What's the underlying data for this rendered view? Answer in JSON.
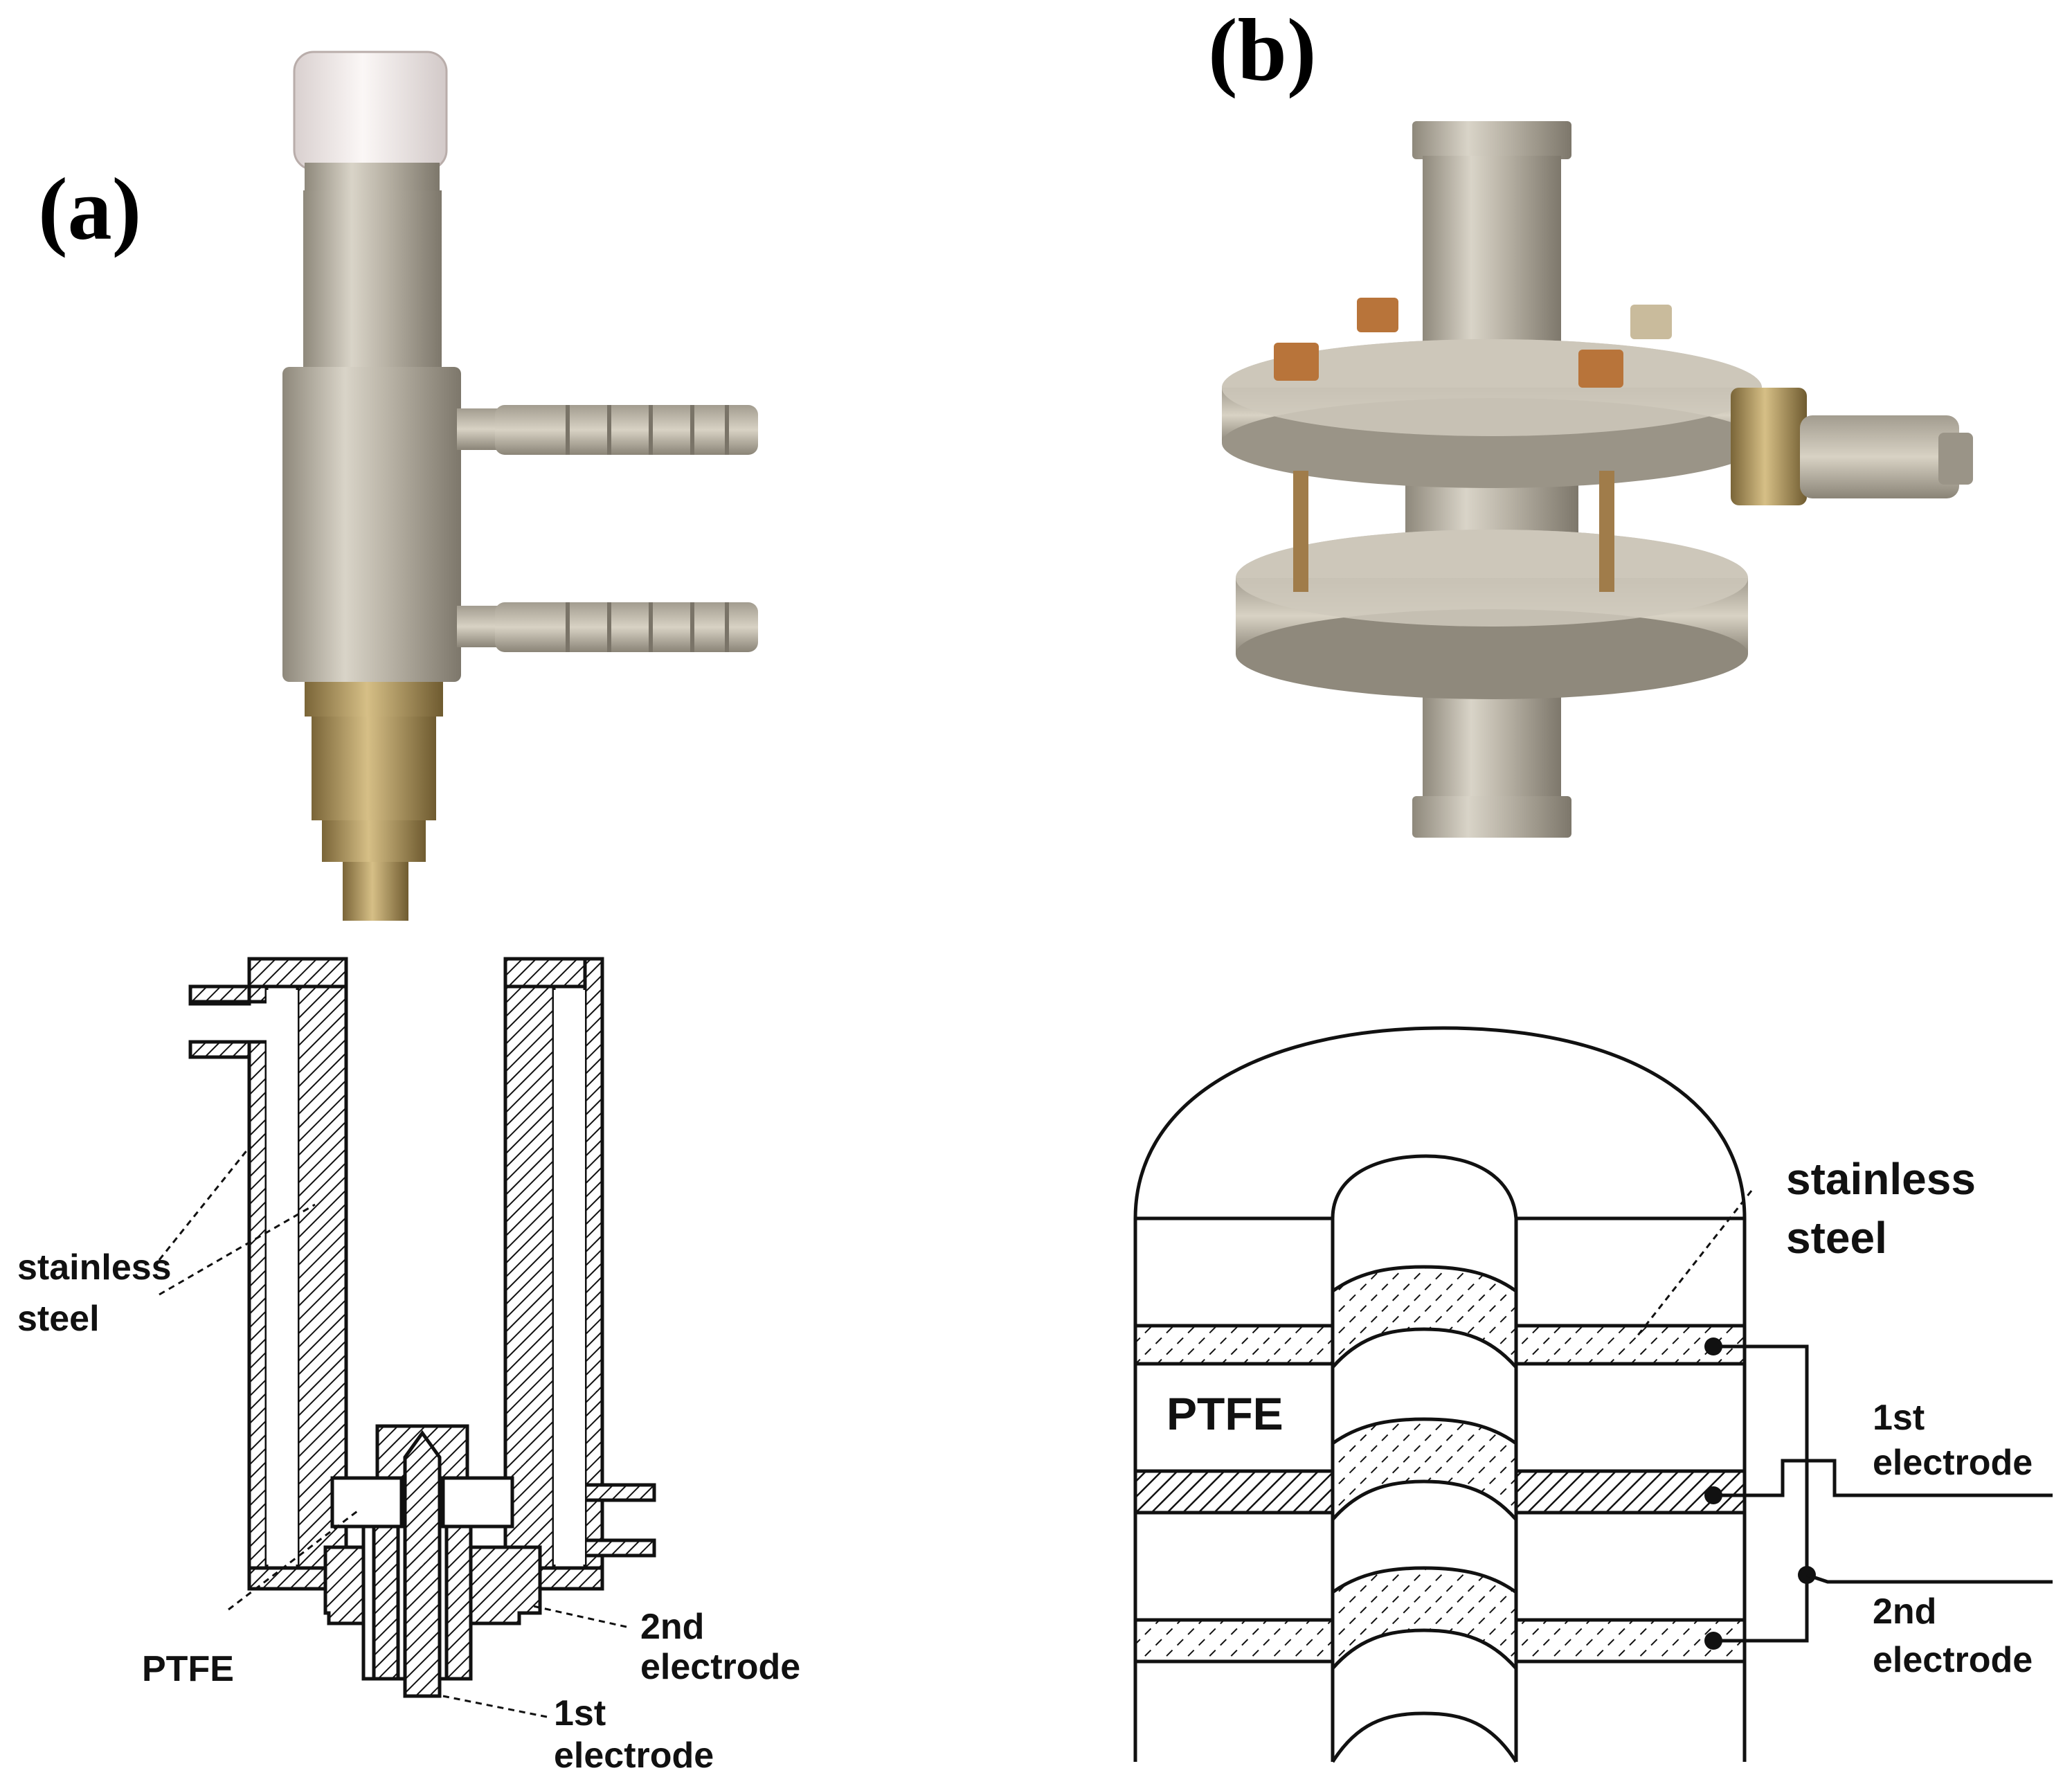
{
  "panels": {
    "a": {
      "label": "(a)",
      "photo_icon": "syringe-type-plasma-jet-photo",
      "labels": {
        "stainless": "stainless",
        "steel": "steel",
        "ptfe": "PTFE",
        "second_electrode_1": "2nd",
        "second_electrode_2": "electrode",
        "first_electrode_1": "1st",
        "first_electrode_2": "electrode"
      }
    },
    "b": {
      "label": "(b)",
      "photo_icon": "multi-electrode-plasma-jet-photo",
      "labels": {
        "stainless": "stainless",
        "steel": "steel",
        "ptfe": "PTFE",
        "first_electrode_1": "1st",
        "first_electrode_2": "electrode",
        "second_electrode_1": "2nd",
        "second_electrode_2": "electrode"
      }
    }
  },
  "colors": {
    "steel_light": "#c9c4b8",
    "steel_dark": "#8e887b",
    "ptfe_white": "#f2eeec",
    "brass": "#b89a5a",
    "bolt_copper": "#b8743a",
    "line": "#111111"
  }
}
